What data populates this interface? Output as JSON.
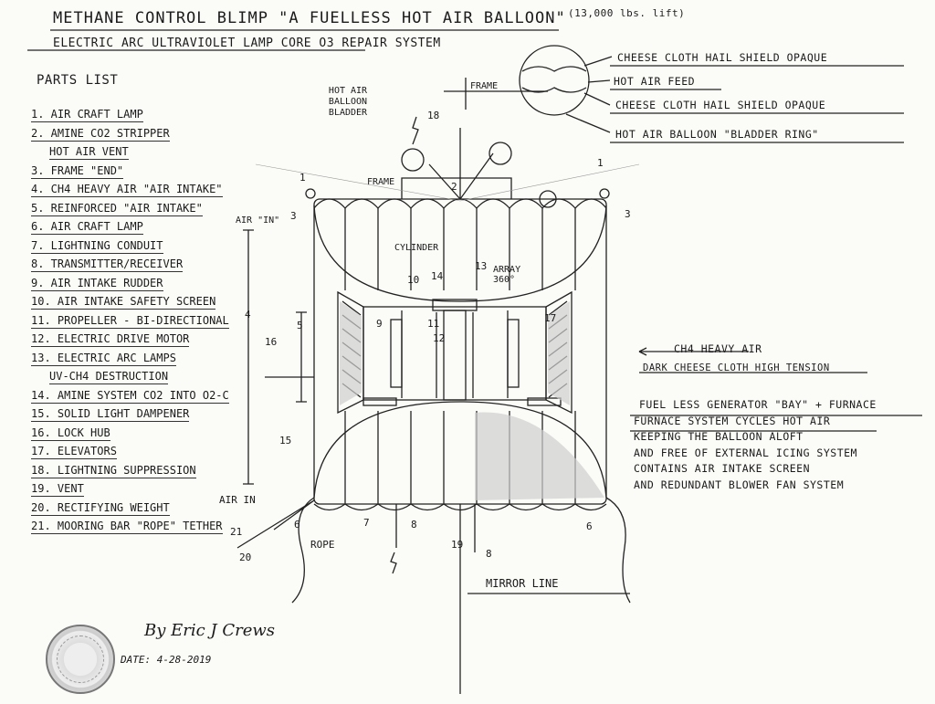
{
  "header": {
    "title": "Methane Control Blimp   \"A fuelless Hot air balloon\"",
    "lift": "(13,000 lbs. lift)",
    "subtitle": "Electric Arc Ultraviolet Lamp Core   O3 Repair System"
  },
  "parts_list": {
    "heading": "Parts List",
    "items": [
      "1. Air craft lamp",
      "2. Amine CO2 Stripper",
      "Hot air vent",
      "3. Frame \"End\"",
      "4. CH4 Heavy Air \"Air Intake\"",
      "5. Reinforced \"Air Intake\"",
      "6. Air craft lamp",
      "7. Lightning conduit",
      "8. Transmitter/Receiver",
      "9. Air intake rudder",
      "10. Air intake safety screen",
      "11. Propeller - Bi-Directional",
      "12. Electric drive motor",
      "13. Electric Arc Lamps",
      "UV-CH4 Destruction",
      "14. Amine system CO2 into O2-C",
      "15. Solid light dampener",
      "16. Lock hub",
      "17. Elevators",
      "18. Lightning Suppression",
      "19. Vent",
      "20. Rectifying weight",
      "21. Mooring bar \"Rope\" tether"
    ]
  },
  "callouts": {
    "cheese_top": "Cheese cloth hail shield opaque",
    "hot_air_feed": "Hot air feed",
    "cheese_mid": "Cheese cloth hail shield opaque",
    "bladder_ring": "Hot air balloon \"bladder ring\"",
    "ch4_heavy_air": "CH4 Heavy Air",
    "dark_cheese": "Dark cheese cloth high tension",
    "gen_lines": [
      "Fuel less generator \"bay\" + furnace",
      "Furnace system cycles hot air",
      "keeping the balloon aloft",
      "and free of external icing system",
      "contains air intake screen",
      "and redundant blower fan system"
    ]
  },
  "diagram_labels": {
    "hot_air_bladder": "Hot air balloon bladder",
    "frame_top": "Frame",
    "frame": "Frame",
    "air_in_top": "Air \"In\"",
    "cylinder": "Cylinder",
    "array": "Array 360°",
    "air_in_bottom": "Air In",
    "rope": "Rope",
    "mirror_line": "Mirror line"
  },
  "numbers": {
    "n1a": "1",
    "n1b": "1",
    "n2": "2",
    "n3a": "3",
    "n3b": "3",
    "n4": "4",
    "n5": "5",
    "n6a": "6",
    "n6b": "6",
    "n7": "7",
    "n8a": "8",
    "n8b": "8",
    "n9": "9",
    "n10": "10",
    "n11": "11",
    "n12": "12",
    "n13": "13",
    "n14": "14",
    "n15": "15",
    "n16": "16",
    "n17": "17",
    "n18": "18",
    "n19": "19",
    "n20": "20",
    "n21": "21"
  },
  "signature": {
    "name": "By Eric J Crews",
    "date": "Date: 4-28-2019"
  }
}
